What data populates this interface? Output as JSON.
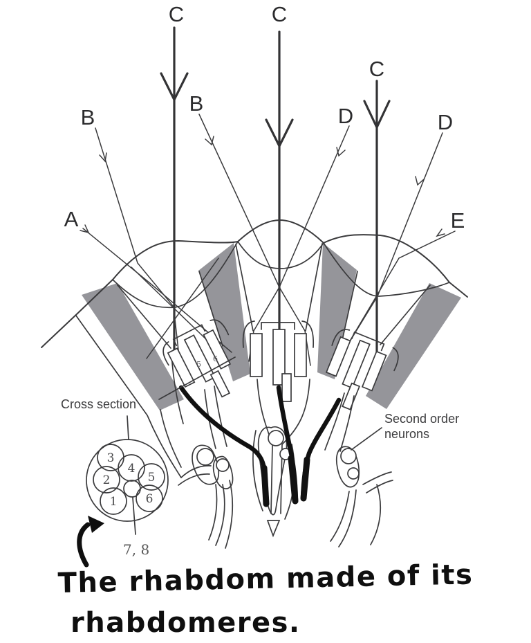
{
  "figure": {
    "background": "#ffffff",
    "line_color": "#3a3a3c",
    "wedge_color": "#95959a",
    "ink_color": "#0f0f0f"
  },
  "ray_labels": {
    "a": "A",
    "b_left": "B",
    "b_mid": "B",
    "c_left": "C",
    "c_mid": "C",
    "c_right": "C",
    "d_left": "D",
    "d_right": "D",
    "e": "E"
  },
  "cross_section": {
    "label": "Cross section",
    "numbers": [
      "3",
      "4",
      "5",
      "2",
      "1",
      "6"
    ],
    "center_label": "7, 8"
  },
  "bundle_digits": {
    "five": "5",
    "six": "6"
  },
  "second_order_neurons": {
    "line1": "Second order",
    "line2": "neurons"
  },
  "handwriting": {
    "line1": "The rhabdom made of its",
    "line2": "rhabdomeres."
  }
}
